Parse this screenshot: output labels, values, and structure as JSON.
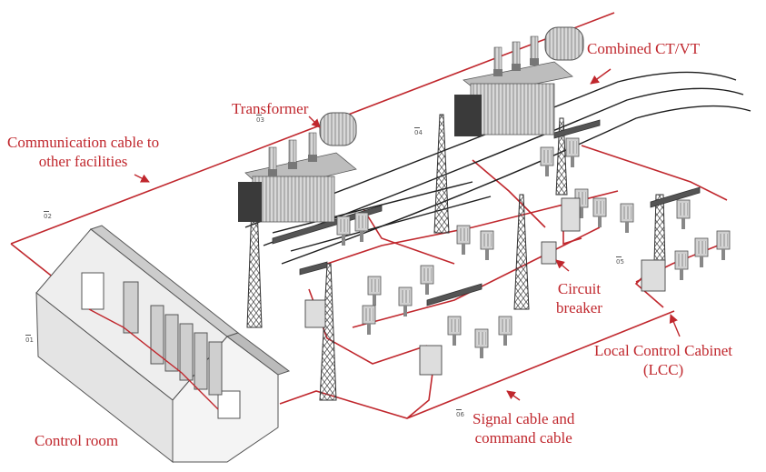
{
  "labels": {
    "transformer": "Transformer",
    "combined_ct_vt": "Combined CT/VT",
    "communication_cable": [
      "Communication cable to",
      "other facilities"
    ],
    "circuit_breaker": [
      "Circuit",
      "breaker"
    ],
    "lcc": [
      "Local Control Cabinet",
      "(LCC)"
    ],
    "signal_cable": [
      "Signal cable and",
      "command cable"
    ],
    "control_room": "Control room"
  },
  "markers": {
    "m01": "01",
    "m02": "02",
    "m03": "03",
    "m04": "04",
    "m05": "05",
    "m06": "06"
  },
  "colors": {
    "accent": "#c0272d",
    "equipment": "#6e6e6e",
    "equipment_dark": "#3a3a3a",
    "building": "#e9e9e9"
  }
}
